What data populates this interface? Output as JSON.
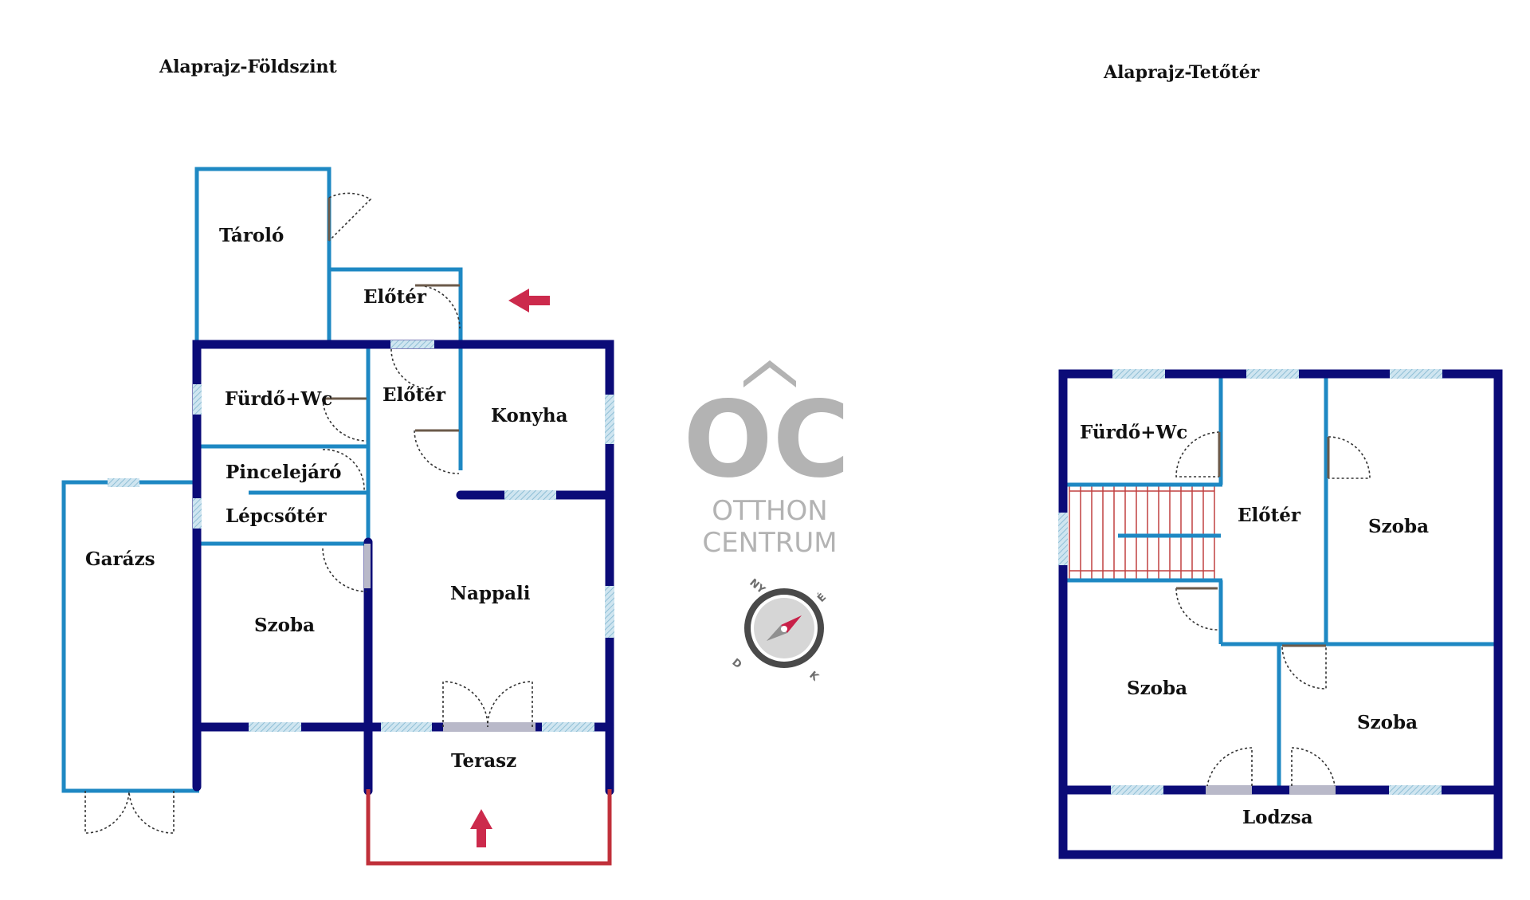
{
  "titles": {
    "ground": "Alaprajz-Földszint",
    "attic": "Alaprajz-Tetőtér"
  },
  "ground_rooms": {
    "storage": "Tároló",
    "entry_outer": "Előtér",
    "entry_inner": "Előtér",
    "bathroom": "Fürdő+Wc",
    "kitchen": "Konyha",
    "cellar_access": "Pincelejáró",
    "stairwell": "Lépcsőtér",
    "garage": "Garázs",
    "living": "Nappali",
    "bedroom": "Szoba",
    "terrace": "Terasz"
  },
  "attic_rooms": {
    "bathroom": "Fürdő+Wc",
    "hall": "Előtér",
    "room_right": "Szoba",
    "room_left": "Szoba",
    "room_bottom_right": "Szoba",
    "loggia": "Lodzsa"
  },
  "logo": {
    "monogram": "OC",
    "line1": "OTTHON",
    "line2": "CENTRUM"
  },
  "compass": {
    "north_west": "NY",
    "north_east": "É",
    "south_west": "D",
    "south_east": "K"
  },
  "colors": {
    "outer_wall": "#0b0b78",
    "inner_wall": "#1e88c3",
    "window": "#a8cde0",
    "terrace_rail": "#c0303a",
    "entry_arrow": "#cc2a4c",
    "logo_grey": "#b3b3b3",
    "stair_lines": "#c04040"
  }
}
